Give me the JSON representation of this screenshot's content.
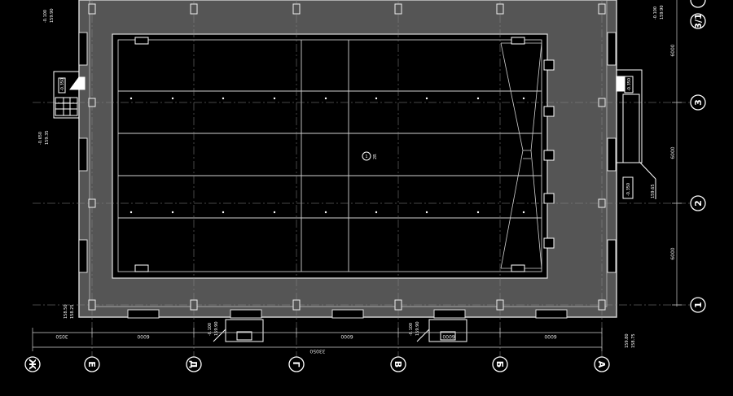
{
  "drawing": {
    "axes_bottom": [
      "Ж",
      "Е",
      "Д",
      "Г",
      "В",
      "Б",
      "А"
    ],
    "axes_right": [
      "1",
      "2",
      "3",
      "3/1"
    ],
    "dimensions_bottom": [
      "3050",
      "6000",
      "6000",
      "6000",
      "6000"
    ],
    "dimension_total_bottom": "33050",
    "dimensions_right": [
      "6000",
      "6000",
      "6000"
    ],
    "levels": {
      "left_top": [
        "-0.100",
        "159.90"
      ],
      "left_entrance": [
        "-0.650",
        "159.35"
      ],
      "left_bottom": [
        "158.50",
        "158.25"
      ],
      "bottom_entrance_1": [
        "-0.100",
        "159.90"
      ],
      "bottom_entrance_2": [
        "-0.100",
        "159.90"
      ],
      "right_corner_bottom": [
        "159.80",
        "158.75"
      ],
      "right_top": [
        "-0.100",
        "159.90"
      ],
      "right_entrance": [
        "159.65"
      ],
      "right_box_1": "-0.350",
      "right_box_2": "-0.350",
      "left_box": "-0.350"
    },
    "room_tag": {
      "number": "1",
      "label": "2R"
    }
  }
}
